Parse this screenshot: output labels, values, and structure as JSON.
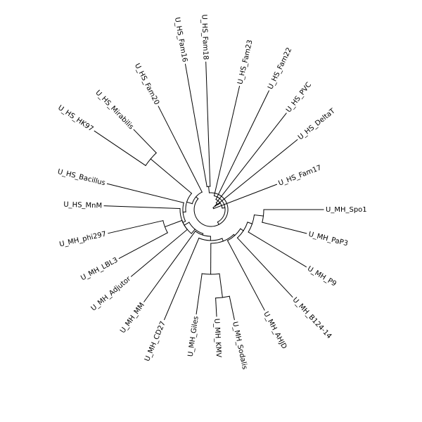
{
  "tree": {
    "type": "circular-cladogram",
    "line_color": "#000000",
    "background": "#ffffff",
    "leaves": [
      {
        "label": "U_HS_Fam16",
        "ang": -100
      },
      {
        "label": "U_HS_Fam18",
        "ang": -92
      },
      {
        "label": "U_HS_Fam23",
        "ang": -77
      },
      {
        "label": "U_HS_Fam22",
        "ang": -64
      },
      {
        "label": "U_HS_PVC",
        "ang": -52
      },
      {
        "label": "U_HS_DeltaT",
        "ang": -39
      },
      {
        "label": "U_HS_Fam17",
        "ang": -21
      },
      {
        "label": "U_MH_Spo1",
        "ang": 0
      },
      {
        "label": "U_MH_PaP3",
        "ang": 14
      },
      {
        "label": "U_MH_P9",
        "ang": 31
      },
      {
        "label": "U_MH_B124-14",
        "ang": 47
      },
      {
        "label": "U_MH_AHJD",
        "ang": 62
      },
      {
        "label": "U_MH_Sodalis",
        "ang": 78
      },
      {
        "label": "U_MH_KMV",
        "ang": 87
      },
      {
        "label": "U_MH_Giles",
        "ang": 98
      },
      {
        "label": "U_MH_CD27",
        "ang": 113
      },
      {
        "label": "U_MH_MM",
        "ang": 126
      },
      {
        "label": "U_MH_Adjutor",
        "ang": 140
      },
      {
        "label": "U_MH_LBL3",
        "ang": 152
      },
      {
        "label": "U_MH_phi297",
        "ang": 167
      },
      {
        "label": "U_HS_MnM",
        "ang": 182
      },
      {
        "label": "U_HS_Bacillus",
        "ang": 194
      },
      {
        "label": "U_HS_HK97",
        "ang": 214
      },
      {
        "label": "U_HS_Mirabilis",
        "ang": 226
      },
      {
        "label": "U_HS_Fam20",
        "ang": 243
      }
    ]
  }
}
